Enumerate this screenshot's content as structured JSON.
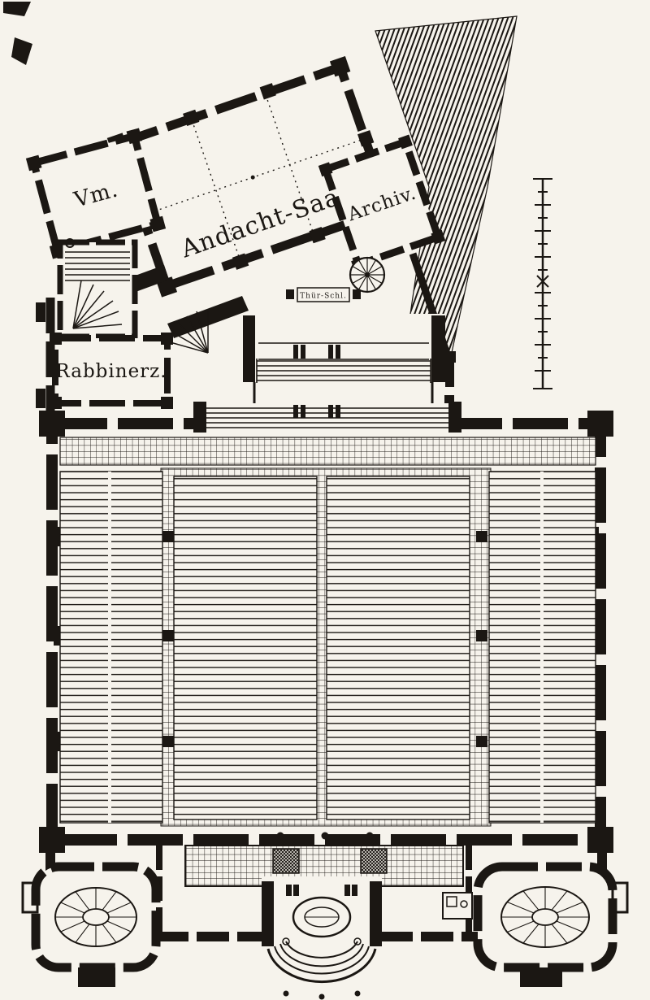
{
  "plan": {
    "colors": {
      "ink": "#1b1713",
      "paper": "#f6f3ec"
    },
    "rooms": {
      "vm_label": "Vm.",
      "prayer_hall_label": "Andacht-Saal.",
      "archive_label": "Archiv.",
      "rabbi_room_label": "Rabbinerz.",
      "door_note_label": "Thür-Schl."
    }
  }
}
